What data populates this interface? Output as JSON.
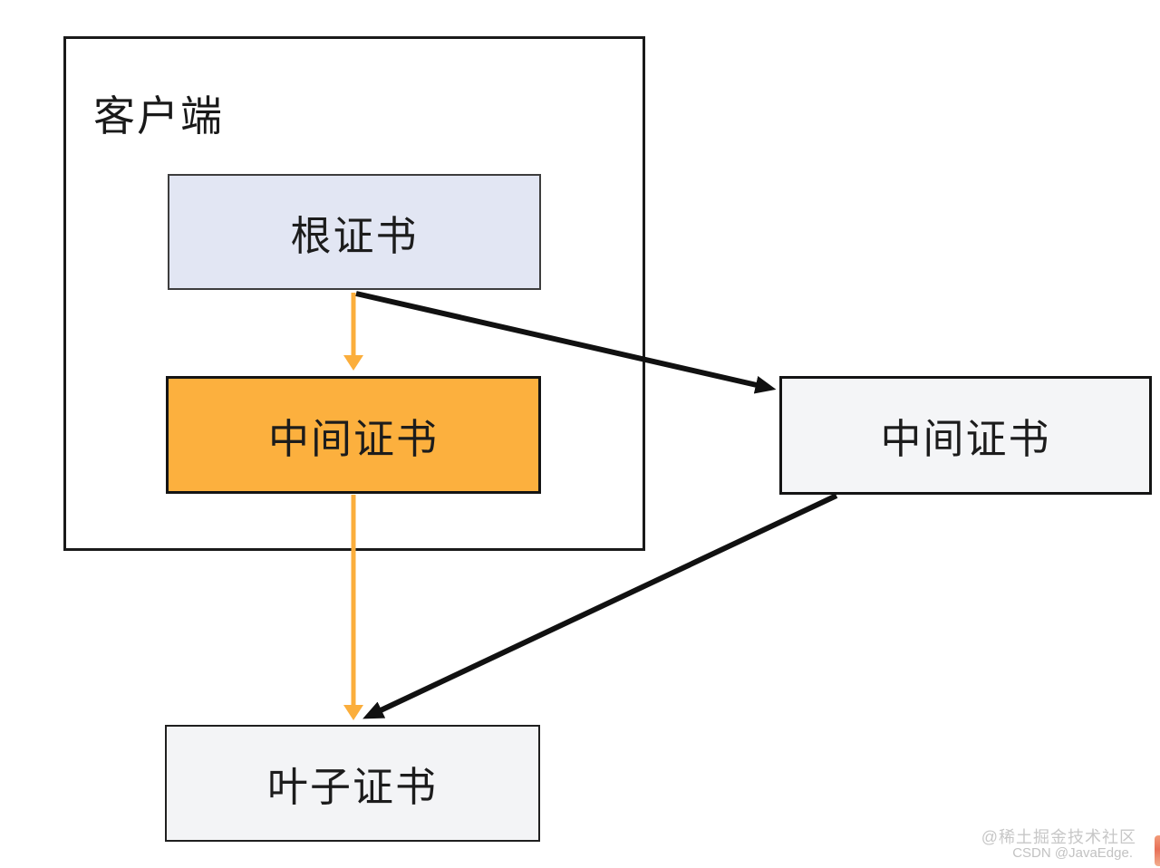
{
  "diagram": {
    "title_context": "certificate chain verification",
    "client": {
      "label": "客户端"
    },
    "nodes": {
      "root": {
        "label": "根证书"
      },
      "intermediate_client": {
        "label": "中间证书"
      },
      "intermediate_external": {
        "label": "中间证书"
      },
      "leaf": {
        "label": "叶子证书"
      }
    },
    "colors": {
      "root_fill": "#E2E6F3",
      "intermediate_client_fill": "#FCB03E",
      "external_fill": "#F4F5F7",
      "leaf_fill": "#F3F4F6",
      "arrow_orange": "#FBAE3C",
      "arrow_black": "#111111",
      "border_dark": "#1A1A1A",
      "watermark_gray": "#C7C7C7",
      "logo_red": "#E4573B"
    }
  },
  "watermark": {
    "line1": "@稀土掘金技术社区",
    "line2": "CSDN @JavaEdge."
  }
}
